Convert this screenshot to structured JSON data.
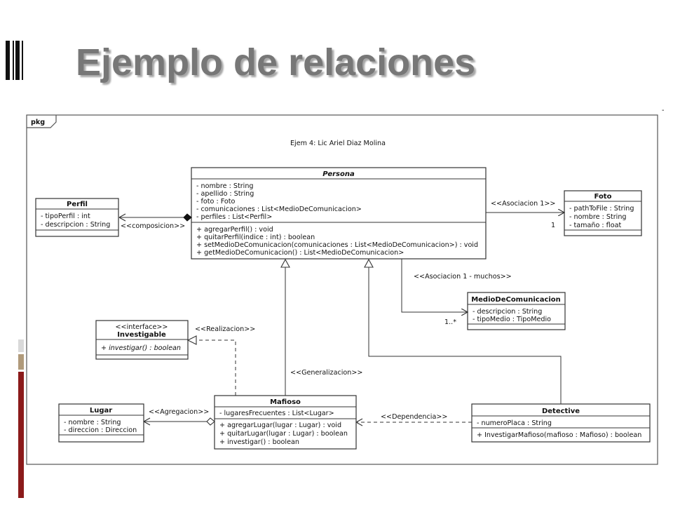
{
  "title": "Ejemplo de relaciones",
  "frame": {
    "label": "pkg",
    "caption": "Ejem 4: Lic Ariel Diaz Molina",
    "corner_mark": "-"
  },
  "classes": {
    "persona": {
      "name": "Persona",
      "attributes": [
        "- nombre : String",
        "- apellido : String",
        "- foto : Foto",
        "- comunicaciones : List<MedioDeComunicacion>",
        "- perfiles : List<Perfil>"
      ],
      "operations": [
        "+ agregarPerfil() : void",
        "+ quitarPerfil(indice : int) : boolean",
        "+ setMedioDeComunicacion(comunicaciones : List<MedioDeComunicacion>) : void",
        "+ getMedioDeComunicacion() : List<MedioDeComunicacion>"
      ]
    },
    "perfil": {
      "name": "Perfil",
      "attributes": [
        "- tipoPerfil : int",
        "- descripcion : String"
      ]
    },
    "foto": {
      "name": "Foto",
      "attributes": [
        "- pathToFile : String",
        "- nombre : String",
        "- tamaño : float"
      ]
    },
    "medio": {
      "name": "MedioDeComunicacion",
      "attributes": [
        "- descripcion : String",
        "- tipoMedio : TipoMedio"
      ]
    },
    "investigable": {
      "stereotype": "<<interface>>",
      "name": "Investigable",
      "operations": [
        "+ investigar() : boolean"
      ]
    },
    "lugar": {
      "name": "Lugar",
      "attributes": [
        "- nombre : String",
        "- direccion : Direccion"
      ]
    },
    "mafioso": {
      "name": "Mafioso",
      "attributes": [
        "- lugaresFrecuentes : List<Lugar>"
      ],
      "operations": [
        "+ agregarLugar(lugar : Lugar) : void",
        "+ quitarLugar(lugar : Lugar) : boolean",
        "+ investigar() : boolean"
      ]
    },
    "detective": {
      "name": "Detective",
      "attributes": [
        "- numeroPlaca : String"
      ],
      "operations": [
        "+ InvestigarMafioso(mafioso : Mafioso) : boolean"
      ]
    }
  },
  "relations": {
    "composicion": "<<composicion>>",
    "asociacion1": "<<Asociacion 1>>",
    "asociacion1_mult": "1",
    "asociacionMuchos": "<<Asociacion 1 - muchos>>",
    "asociacionMuchos_mult": "1..*",
    "realizacion": "<<Realizacion>>",
    "generalizacion": "<<Generalizacion>>",
    "agregacion": "<<Agregacion>>",
    "dependencia": "<<Dependencia>>"
  },
  "colors": {
    "title": "#777777",
    "accent_dark": "#8b1a1a",
    "accent_gray": "#bfbfbf",
    "accent_tan": "#b09a7a",
    "line": "#333333"
  }
}
